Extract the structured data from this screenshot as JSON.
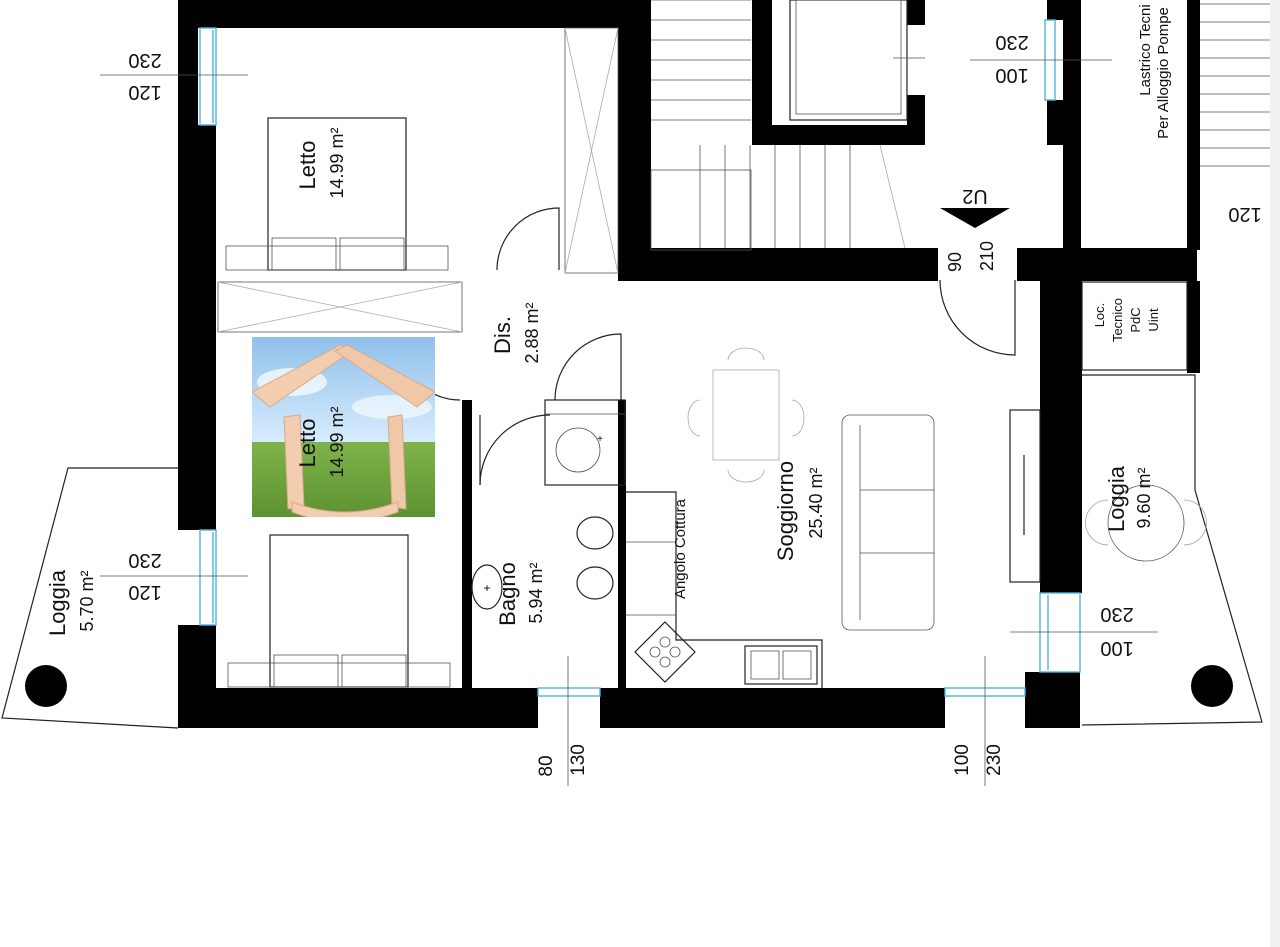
{
  "rooms": {
    "letto_top": {
      "name": "Letto",
      "area": "14.99 m²"
    },
    "letto_mid": {
      "name": "Letto",
      "area": "14.99 m²"
    },
    "dis": {
      "name": "Dis.",
      "area": "2.88 m²"
    },
    "bagno": {
      "name": "Bagno",
      "area": "5.94 m²"
    },
    "soggiorno": {
      "name": "Soggiorno",
      "area": "25.40 m²"
    },
    "angolo": {
      "name": "Angolo Cottura"
    },
    "loggia_left": {
      "name": "Loggia",
      "area": "5.70 m²"
    },
    "loggia_right": {
      "name": "Loggia",
      "area": "9.60 m²"
    },
    "loc_tecnico": {
      "line1": "Loc.",
      "line2": "Tecnico",
      "line3": "PdC",
      "line4": "Uint"
    },
    "lastrico": {
      "line1": "Lastrico Tecni",
      "line2": "Per Alloggio Pompe"
    }
  },
  "dimensions": {
    "win_top_left": {
      "a": "230",
      "b": "120"
    },
    "win_mid_left": {
      "a": "230",
      "b": "120"
    },
    "win_top_right": {
      "a": "230",
      "b": "100"
    },
    "win_right": {
      "a": "230",
      "b": "100"
    },
    "edge_right": "120",
    "door_entry": {
      "a": "90",
      "b": "210"
    },
    "win_bottom_bagno": {
      "a": "80",
      "b": "130"
    },
    "win_bottom_soggiorno": {
      "a": "100",
      "b": "230"
    }
  },
  "stair": {
    "label": "U2"
  },
  "colors": {
    "wall": "#000000",
    "window": "#4fb3e0",
    "background": "#ffffff"
  },
  "overlay_photo": {
    "description_icon": "house-hands-icon"
  }
}
